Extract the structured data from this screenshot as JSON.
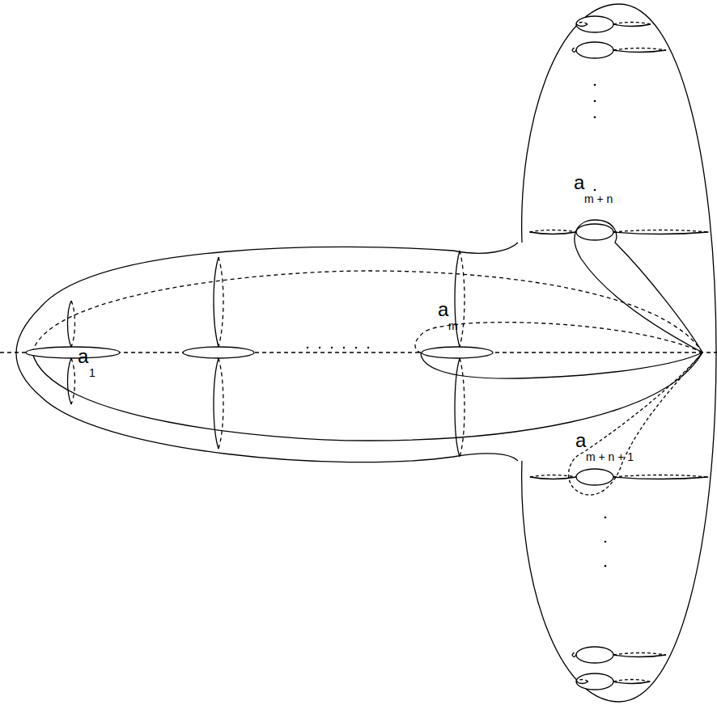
{
  "diagram": {
    "labels": [
      "a",
      "1",
      "a",
      "m",
      "a",
      "m + n",
      "a",
      "m + n + 1"
    ]
  }
}
